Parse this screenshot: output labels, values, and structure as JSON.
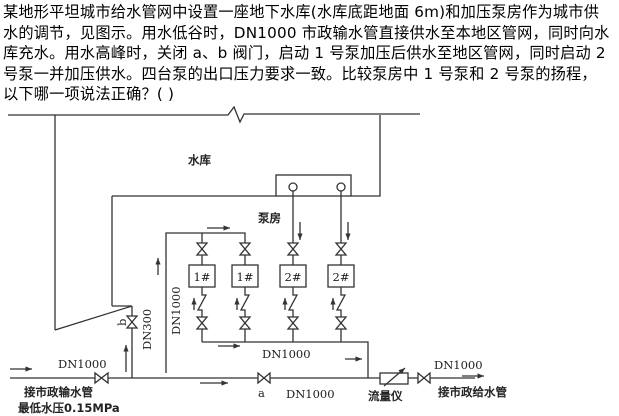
{
  "question": {
    "lines": [
      "某地形平坦城市给水管网中设置一座地下水库(水库底距地面 6m)和加压泵房作为城市供",
      "水的调节，见图示。用水低谷时，DN1000 市政输水管直接供水至本地区管网，同时向水",
      "库充水。用水高峰时，关闭 a、b 阀门，启动 1 号泵加压后供水至地区管网，同时启动 2",
      "号泵一并加压供水。四台泵的出口压力要求一致。比较泵房中 1 号泵和 2 号泵的扬程，",
      "以下哪一项说法正确？(  )"
    ]
  },
  "diagram": {
    "reservoir_label": "水库",
    "pump_house_label": "泵房",
    "pumps": [
      {
        "label": "1#"
      },
      {
        "label": "1#"
      },
      {
        "label": "2#"
      },
      {
        "label": "2#"
      }
    ],
    "pipe_labels": {
      "inlet_main": "DN1000",
      "bypass_b": "DN300",
      "riser": "DN1000",
      "discharge_header": "DN1000",
      "main_line": "DN1000",
      "outlet": "DN1000"
    },
    "valve_labels": {
      "a": "a",
      "b": "b"
    },
    "inlet_label": "接市政输水管",
    "inlet_pressure": "最低水压0.15MPa",
    "flowmeter_label": "流量仪",
    "outlet_label": "接市政给水管"
  }
}
